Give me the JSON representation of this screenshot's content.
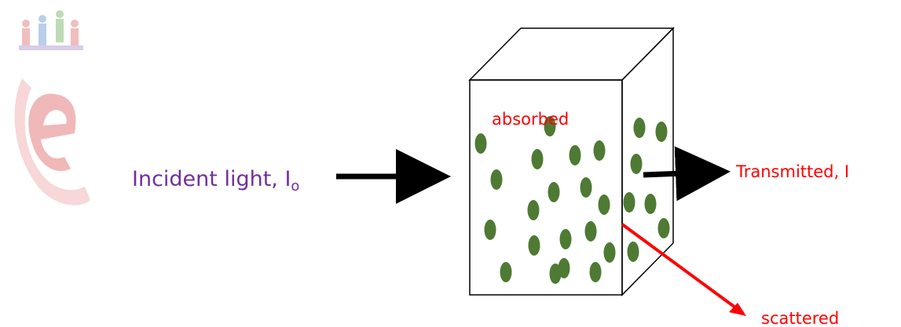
{
  "labels": {
    "incident_main": "Incident light, I",
    "incident_sub": "o",
    "absorbed": "absorbed",
    "transmitted": "Transmitted, I",
    "scattered": "scattered"
  },
  "colors": {
    "incident": "#7030a0",
    "red": "#ff0000",
    "particle": "#4e7a34",
    "outline": "#000000",
    "logo_red": "#f2b8b8",
    "logo_blue": "#aecbe8",
    "logo_green": "#b9d9b0"
  },
  "icons": {
    "watermark": "e-pathshala-logo-watermark"
  }
}
